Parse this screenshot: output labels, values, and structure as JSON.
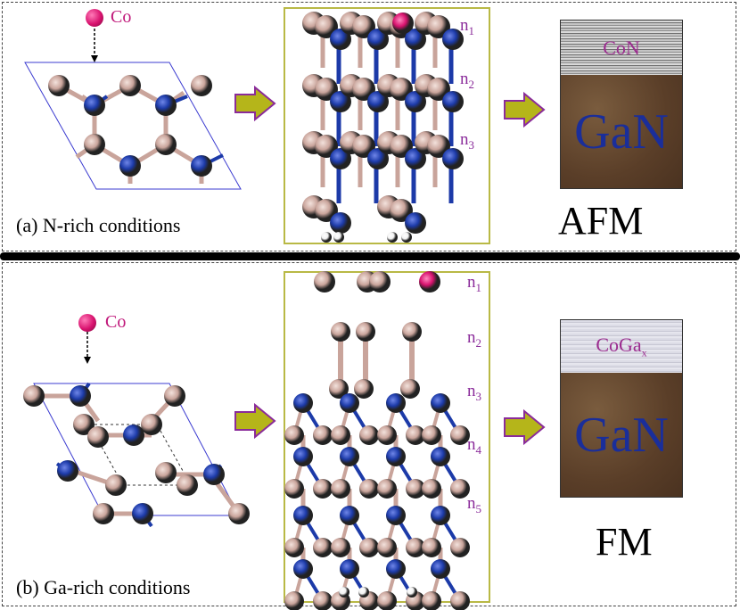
{
  "colors": {
    "ga_atom": "#c9a49b",
    "n_atom": "#1c3aa8",
    "co_atom": "#d8126e",
    "h_atom": "#f2f2f2",
    "arrow": "#b5b51a",
    "frame": "#b9b945",
    "lattice": "#3b3bd0"
  },
  "panel_a": {
    "co_label": "Co",
    "caption": "(a) N-rich conditions",
    "layers": [
      "n",
      "n",
      "n"
    ],
    "layer_subs": [
      "1",
      "2",
      "3"
    ],
    "slab_top": "CoN",
    "slab_bottom": "GaN",
    "phase": "AFM"
  },
  "panel_b": {
    "co_label": "Co",
    "caption": "(b) Ga-rich conditions",
    "layers": [
      "n",
      "n",
      "n",
      "n",
      "n"
    ],
    "layer_subs": [
      "1",
      "2",
      "3",
      "4",
      "5"
    ],
    "slab_top": "CoGa",
    "slab_top_sub": "x",
    "slab_bottom": "GaN",
    "phase": "FM"
  }
}
